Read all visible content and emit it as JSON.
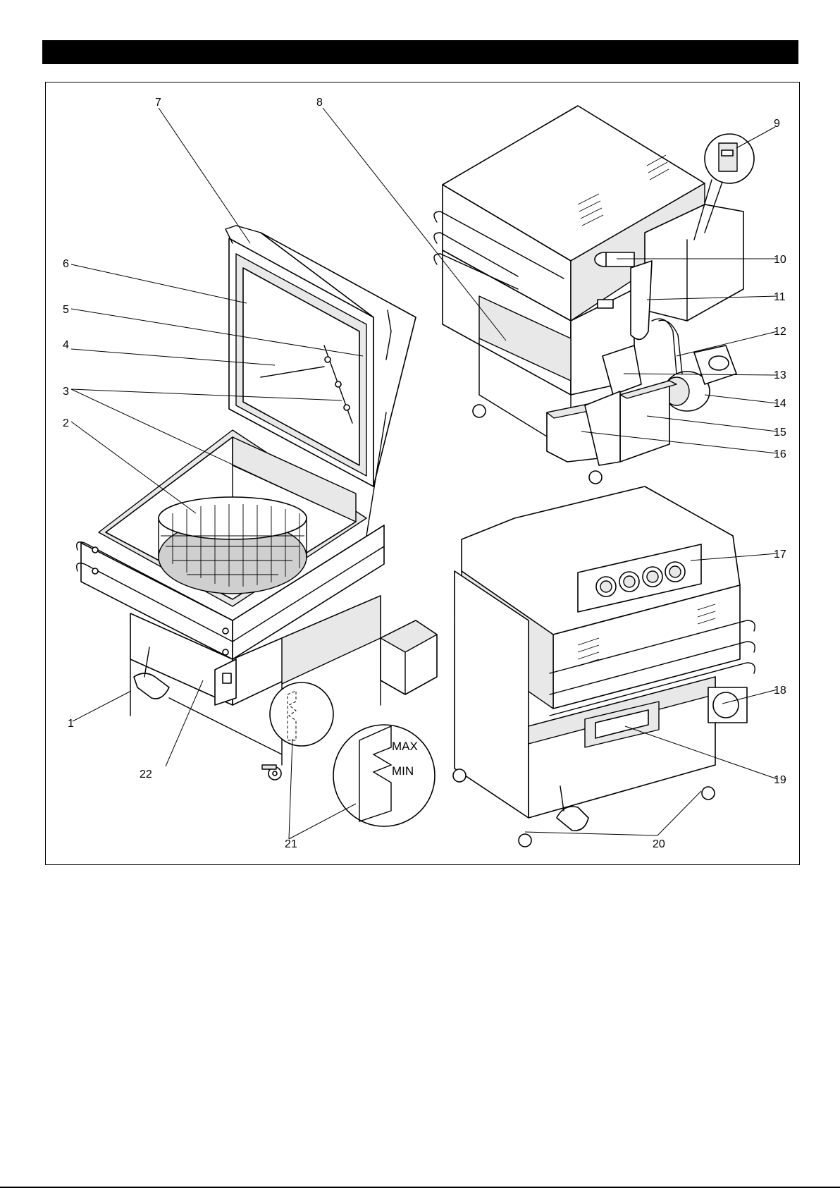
{
  "callouts": [
    {
      "id": "1",
      "text": "1"
    },
    {
      "id": "2",
      "text": "2"
    },
    {
      "id": "3",
      "text": "3"
    },
    {
      "id": "4",
      "text": "4"
    },
    {
      "id": "5",
      "text": "5"
    },
    {
      "id": "6",
      "text": "6"
    },
    {
      "id": "7",
      "text": "7"
    },
    {
      "id": "8",
      "text": "8"
    },
    {
      "id": "9",
      "text": "9"
    },
    {
      "id": "10",
      "text": "10"
    },
    {
      "id": "11",
      "text": "11"
    },
    {
      "id": "12",
      "text": "12"
    },
    {
      "id": "13",
      "text": "13"
    },
    {
      "id": "14",
      "text": "14"
    },
    {
      "id": "15",
      "text": "15"
    },
    {
      "id": "16",
      "text": "16"
    },
    {
      "id": "17",
      "text": "17"
    },
    {
      "id": "18",
      "text": "18"
    },
    {
      "id": "19",
      "text": "19"
    },
    {
      "id": "20",
      "text": "20"
    },
    {
      "id": "21",
      "text": "21"
    },
    {
      "id": "22",
      "text": "22"
    }
  ],
  "gauge": {
    "max_label": "MAX",
    "min_label": "MIN"
  },
  "colors": {
    "ink": "#000000",
    "paper": "#ffffff",
    "shade": "#e8e8e8",
    "dark_shade": "#cfcfcf"
  }
}
